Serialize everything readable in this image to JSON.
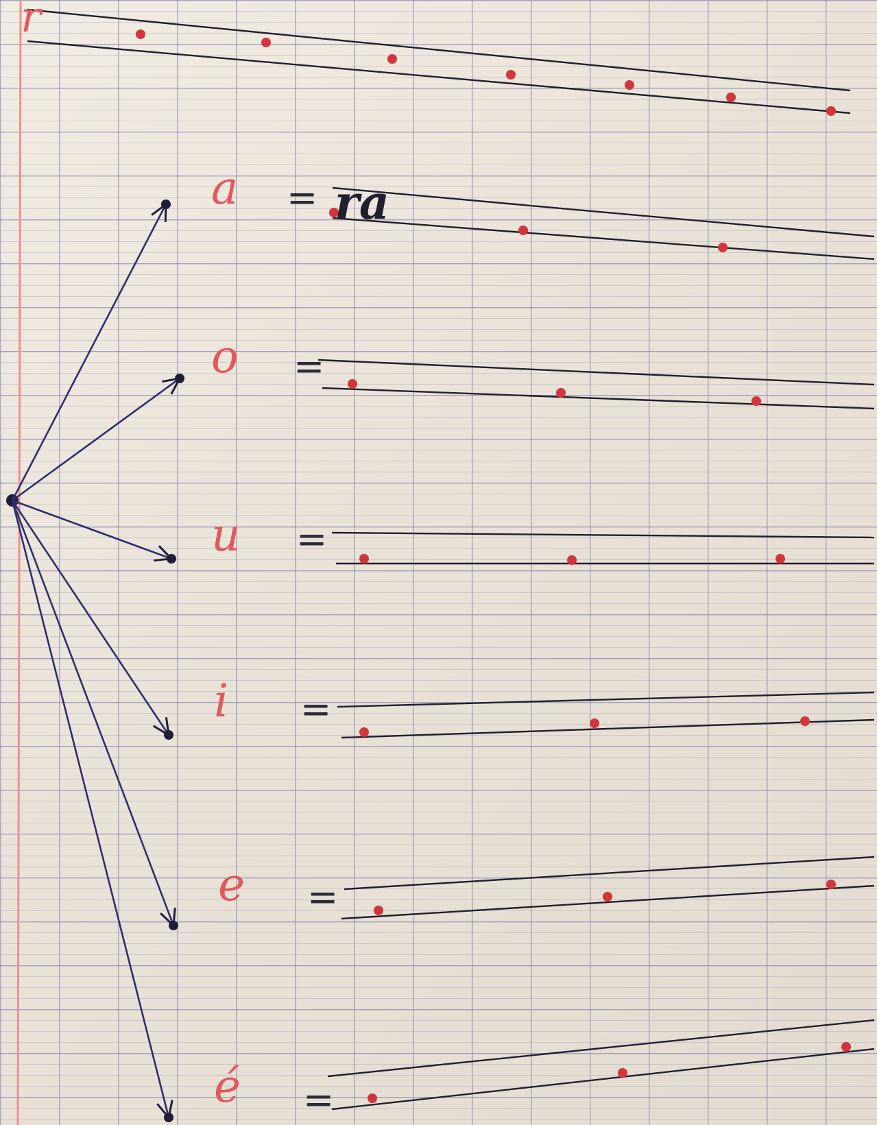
{
  "header": {
    "consonant": "r"
  },
  "rows": [
    {
      "vowel": "a",
      "equals": "=",
      "written": "ra"
    },
    {
      "vowel": "o",
      "equals": "=",
      "written": ""
    },
    {
      "vowel": "u",
      "equals": "=",
      "written": ""
    },
    {
      "vowel": "i",
      "equals": "=",
      "written": ""
    },
    {
      "vowel": "e",
      "equals": "=",
      "written": ""
    },
    {
      "vowel": "é",
      "equals": "=",
      "written": ""
    }
  ],
  "colors": {
    "red_ink": "#e0595c",
    "blue_ink": "#2e2e6e",
    "black_ink": "#1f1f2e",
    "margin_line": "#ef8f8f",
    "dot": "#d2353b"
  },
  "icons": {
    "arrow": "arrow-icon",
    "dot": "start-dot-icon"
  }
}
